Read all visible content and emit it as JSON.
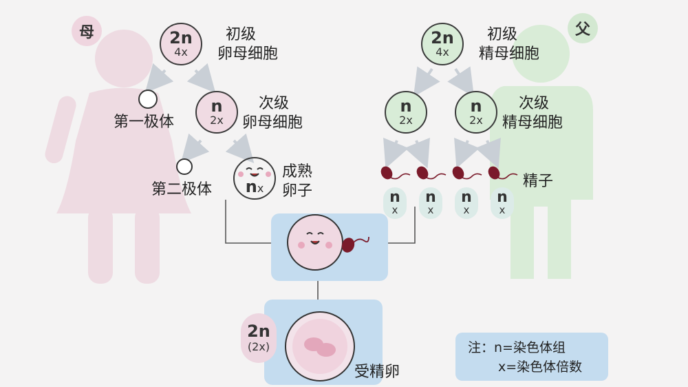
{
  "labels": {
    "mother": "母",
    "father": "父",
    "primary_oocyte": [
      "初级",
      "卵母细胞"
    ],
    "primary_spermatocyte": [
      "初级",
      "精母细胞"
    ],
    "secondary_oocyte": [
      "次级",
      "卵母细胞"
    ],
    "secondary_spermatocyte": [
      "次级",
      "精母细胞"
    ],
    "first_polar_body": "第一极体",
    "second_polar_body": "第二极体",
    "mature_egg": [
      "成熟",
      "卵子"
    ],
    "sperm": "精子",
    "zygote": "受精卵"
  },
  "cells": {
    "primary_oocyte": {
      "ploidy": "2n",
      "chromosome_sets": "4x"
    },
    "primary_spermatocyte": {
      "ploidy": "2n",
      "chromosome_sets": "4x"
    },
    "secondary_oocyte": {
      "ploidy": "n",
      "chromosome_sets": "2x"
    },
    "secondary_spermatocyte_1": {
      "ploidy": "n",
      "chromosome_sets": "2x"
    },
    "secondary_spermatocyte_2": {
      "ploidy": "n",
      "chromosome_sets": "2x"
    },
    "mature_egg": {
      "ploidy": "n",
      "chromosome_sets": "x"
    },
    "sperm_cells": [
      {
        "ploidy": "n",
        "chromosome_sets": "x"
      },
      {
        "ploidy": "n",
        "chromosome_sets": "x"
      },
      {
        "ploidy": "n",
        "chromosome_sets": "x"
      },
      {
        "ploidy": "n",
        "chromosome_sets": "x"
      }
    ],
    "zygote": {
      "ploidy": "2n",
      "chromosome_sets": "(2x)"
    }
  },
  "note": {
    "line1": "注：n=染色体组",
    "line2": "x=染色体倍数"
  },
  "colors": {
    "female": "#f0dbe3",
    "male": "#d8ecd7",
    "fertilization_panel": "#c4dcef",
    "sperm": "#7a1a2a"
  }
}
